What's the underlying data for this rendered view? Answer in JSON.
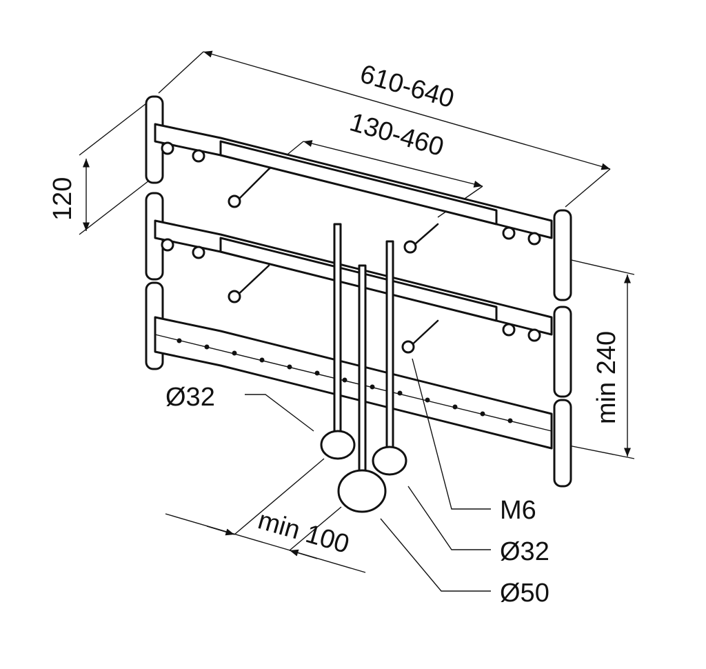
{
  "dimensions": {
    "overall_width": "610-640",
    "adjustable_span": "130-460",
    "bracket_height": "120",
    "rail_spacing": "min 240",
    "pipe_spacing": "min 100"
  },
  "callouts": {
    "left_clamp": "Ø32",
    "screw": "M6",
    "right_clamp": "Ø32",
    "large_clamp": "Ø50"
  }
}
